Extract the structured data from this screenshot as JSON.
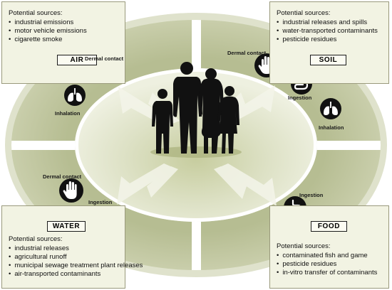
{
  "air": {
    "tag": "AIR",
    "sources_heading": "Potential sources:",
    "sources": [
      "industrial emissions",
      "motor vehicle emissions",
      "cigarette smoke"
    ],
    "routes": [
      "Dermal contact",
      "Inhalation"
    ]
  },
  "soil": {
    "tag": "SOIL",
    "sources_heading": "Potential sources:",
    "sources": [
      "industrial releases and spills",
      "water-transported contaminants",
      "pesticide residues"
    ],
    "routes": [
      "Dermal contact",
      "Ingestion",
      "Inhalation"
    ]
  },
  "water": {
    "tag": "WATER",
    "sources_heading": "Potential sources:",
    "sources": [
      "industrial releases",
      "agricultural runoff",
      "municipal sewage treatment plant releases",
      "air-transported contaminants"
    ],
    "routes": [
      "Dermal contact",
      "Ingestion"
    ]
  },
  "food": {
    "tag": "FOOD",
    "sources_heading": "Potential sources:",
    "sources": [
      "contaminated fish and game",
      "pesticide residues",
      "in-vitro transfer of contaminants"
    ],
    "routes": [
      "Ingestion"
    ]
  },
  "icons": [
    "hand-icon",
    "lungs-icon",
    "stomach-icon",
    "family-silhouette"
  ],
  "colors": {
    "ring": "#c3c9a2",
    "inner": "#dde1c8",
    "box_fill": "#f2f3e3",
    "icon_disc": "#111111"
  }
}
